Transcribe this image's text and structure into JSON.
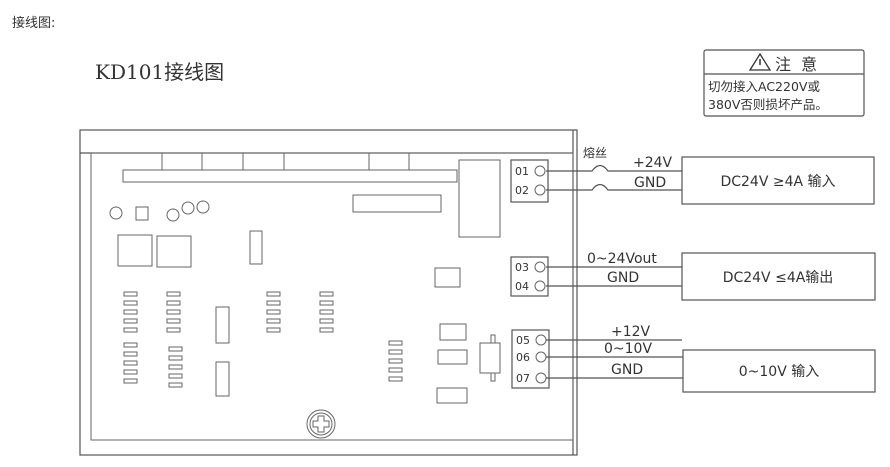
{
  "heading": "接线图:",
  "diagram_title": "KD101接线图",
  "warning": {
    "title": "注  意",
    "line1": "切勿接入AC220V或",
    "line2": "380V否则损坏产品。",
    "icon": "warning-triangle-icon"
  },
  "fuse_label": "熔丝",
  "terminals": [
    "01",
    "02",
    "03",
    "04",
    "05",
    "06",
    "07"
  ],
  "wires": {
    "t01": "+24V",
    "t02": "GND",
    "t03": "0~24Vout",
    "t04": "GND",
    "t05": "+12V",
    "t06": "0~10V",
    "t07": "GND"
  },
  "boxes": {
    "power_in": "DC24V ≥4A 输入",
    "power_out": "DC24V ≤4A输出",
    "signal_in": "0~10V 输入"
  }
}
